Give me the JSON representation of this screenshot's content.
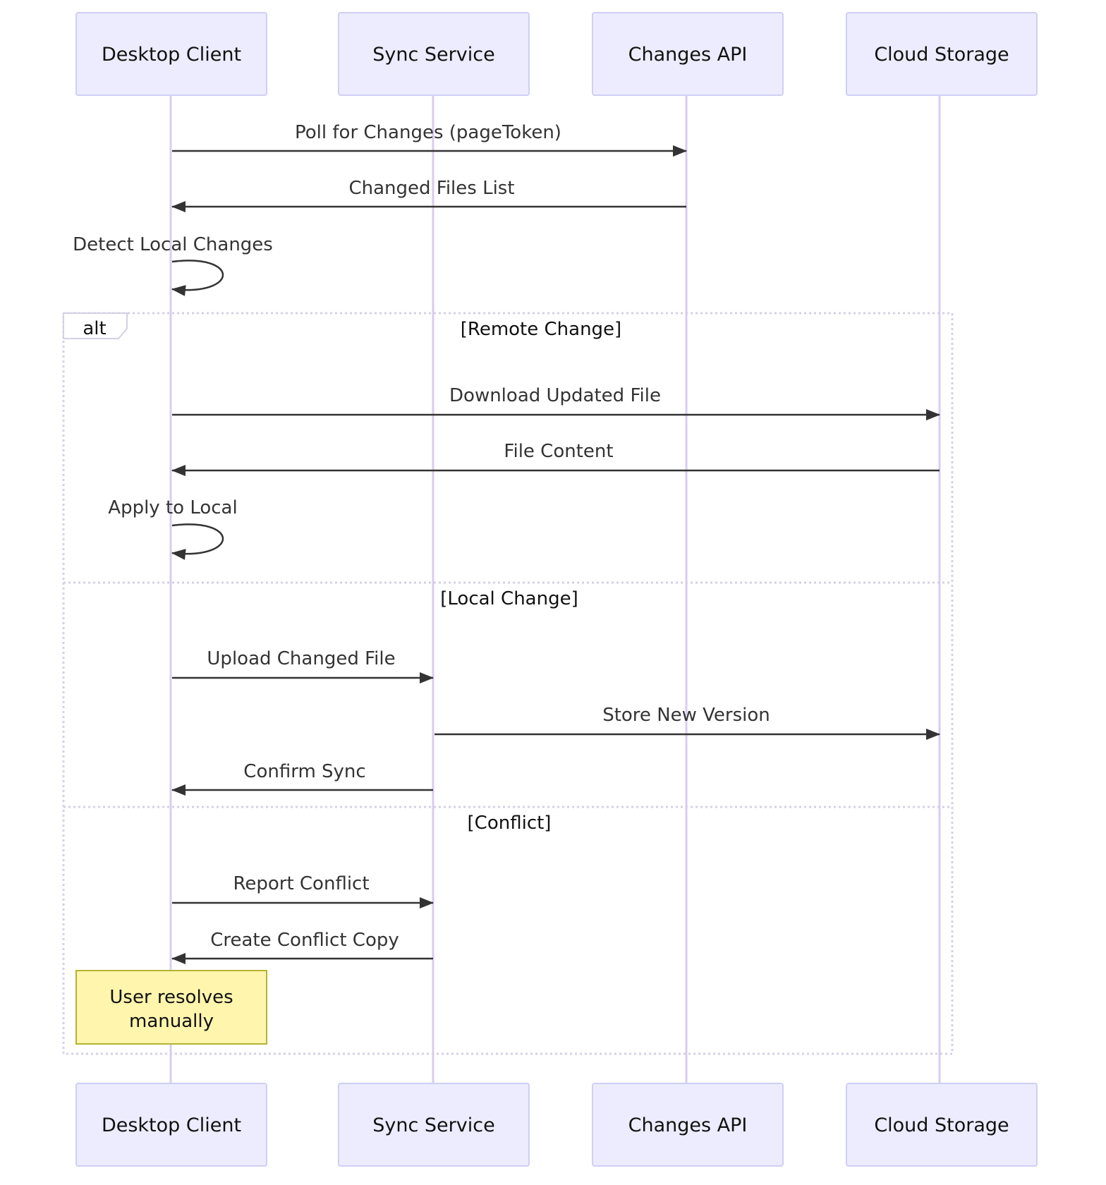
{
  "participants": [
    "Desktop Client",
    "Sync Service",
    "Changes API",
    "Cloud Storage"
  ],
  "messages": {
    "poll": "Poll for Changes (pageToken)",
    "changed_files": "Changed Files List",
    "detect_local": "Detect Local Changes",
    "download": "Download Updated File",
    "file_content": "File Content",
    "apply_local": "Apply to Local",
    "upload": "Upload Changed File",
    "store_version": "Store New Version",
    "confirm_sync": "Confirm Sync",
    "report_conflict": "Report Conflict",
    "create_copy": "Create Conflict Copy"
  },
  "alt_frame": {
    "label": "alt",
    "sections": [
      "[Remote Change]",
      "[Local Change]",
      "[Conflict]"
    ]
  },
  "note": {
    "line1": "User resolves",
    "line2": "manually"
  }
}
